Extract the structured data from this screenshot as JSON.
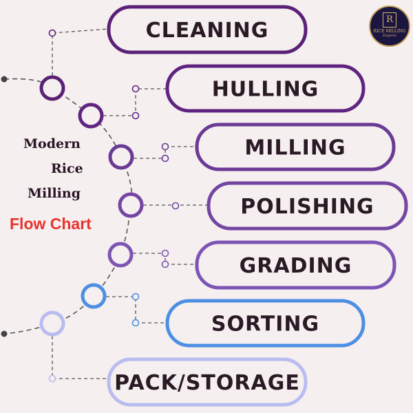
{
  "intro": {
    "line1": "Modern",
    "line2": "Rice",
    "line3": "Milling",
    "subtitle": "Flow Chart"
  },
  "logo": {
    "monogram": "R",
    "brand": "RICE MILLING",
    "tagline": "Experts"
  },
  "steps": [
    {
      "label": "CLEANING",
      "color": "#5b2176"
    },
    {
      "label": "HULLING",
      "color": "#5f2480"
    },
    {
      "label": "MILLING",
      "color": "#6a3a94"
    },
    {
      "label": "POLISHING",
      "color": "#7446a2"
    },
    {
      "label": "GRADING",
      "color": "#7c55b4"
    },
    {
      "label": "SORTING",
      "color": "#4d8fe2"
    },
    {
      "label": "PACK/STORAGE",
      "color": "#b9bcef"
    }
  ],
  "colors": {
    "background": "#f5eff0",
    "text": "#2a1424",
    "accent": "#e8322e",
    "path": "#555555"
  }
}
